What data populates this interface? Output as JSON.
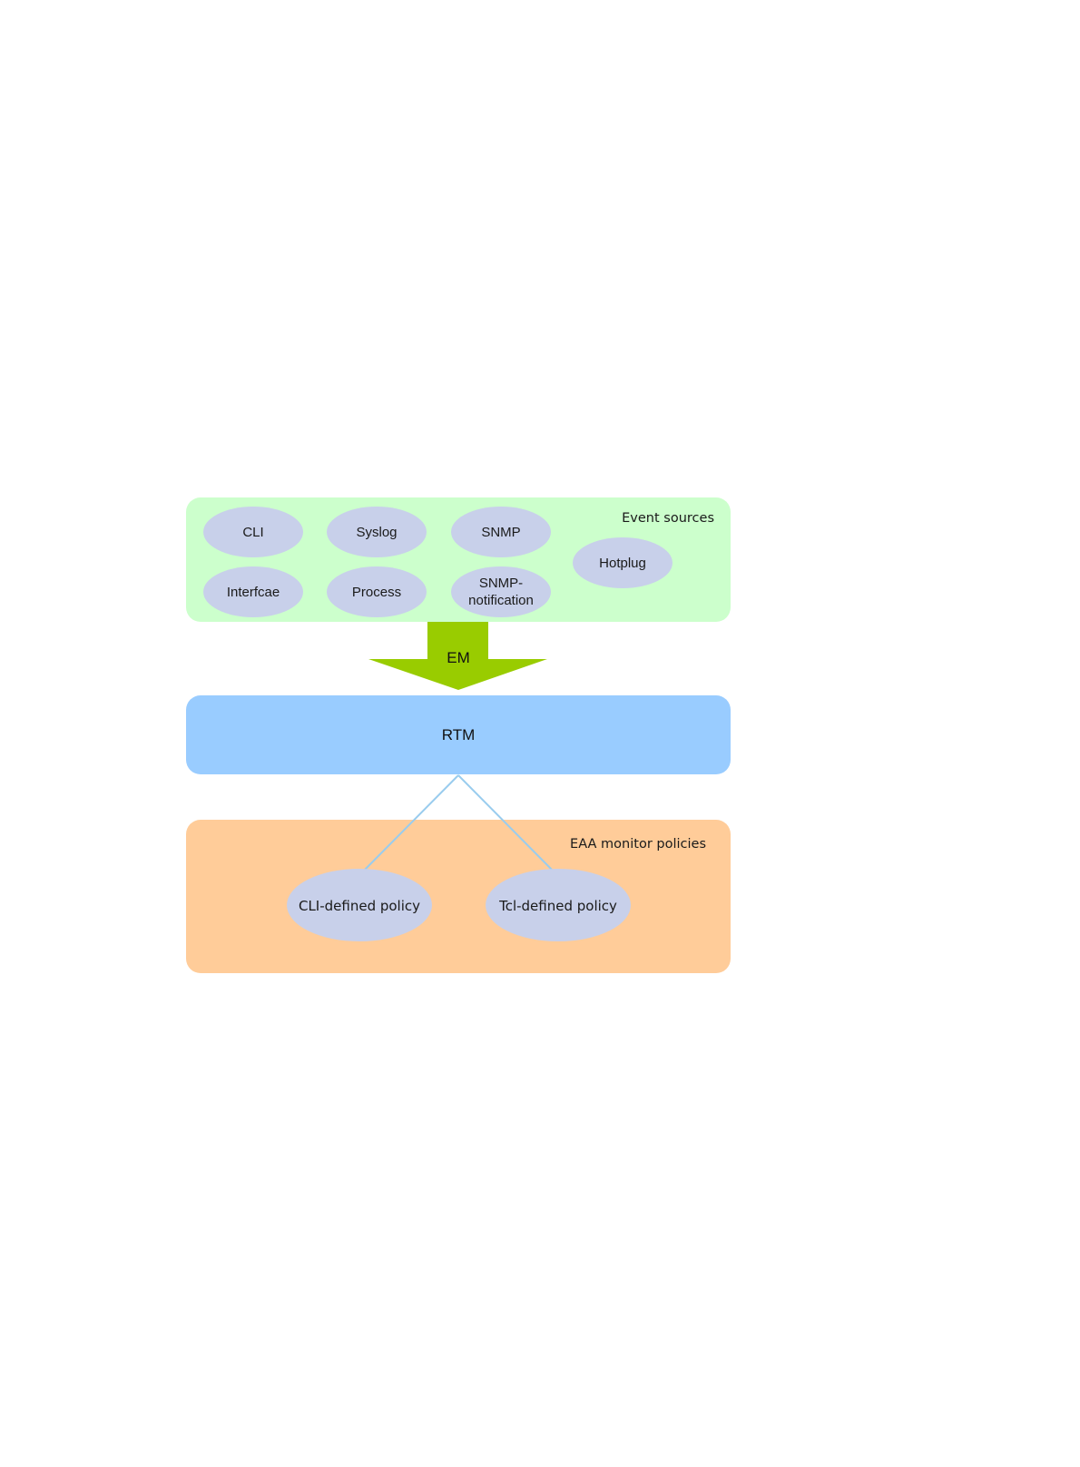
{
  "event_sources": {
    "label": "Event sources",
    "items": [
      "CLI",
      "Syslog",
      "SNMP",
      "Hotplug",
      "Interfcae",
      "Process",
      "SNMP-notification"
    ],
    "color": "#ccffcc"
  },
  "em": {
    "label": "EM",
    "color": "#99cc00"
  },
  "rtm": {
    "label": "RTM",
    "color": "#99ccff"
  },
  "monitor_policies": {
    "label": "EAA monitor policies",
    "items": [
      "CLI-defined policy",
      "Tcl-defined policy"
    ],
    "color": "#ffcc99"
  },
  "node_color": "#c8d0ea",
  "connector_color": "#99ccee"
}
